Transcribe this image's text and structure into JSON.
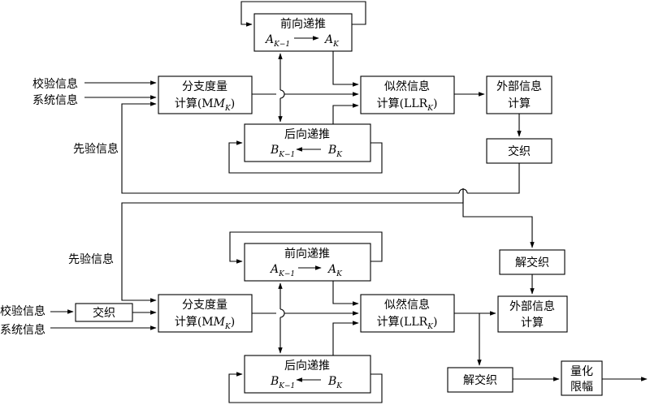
{
  "labels": {
    "check_info": "校验信息",
    "system_info": "系统信息",
    "prior_info": "先验信息",
    "branch_metric": "分支度量",
    "calc_mk": "计算(M",
    "forward": "前向递推",
    "backward": "后向递推",
    "likelihood": "似然信息",
    "calc_llr": "计算(LLR",
    "extrinsic": "外部信息",
    "calc": "计算",
    "interleave": "交织",
    "deinterleave": "解交织",
    "quant_1": "量化",
    "quant_2": "限幅"
  },
  "math": {
    "A": "A",
    "B": "B",
    "M": "M",
    "LLR_sub": "K",
    "sub_k": "K",
    "sub_k_minus_1": "K−1",
    "close_paren": ")"
  }
}
